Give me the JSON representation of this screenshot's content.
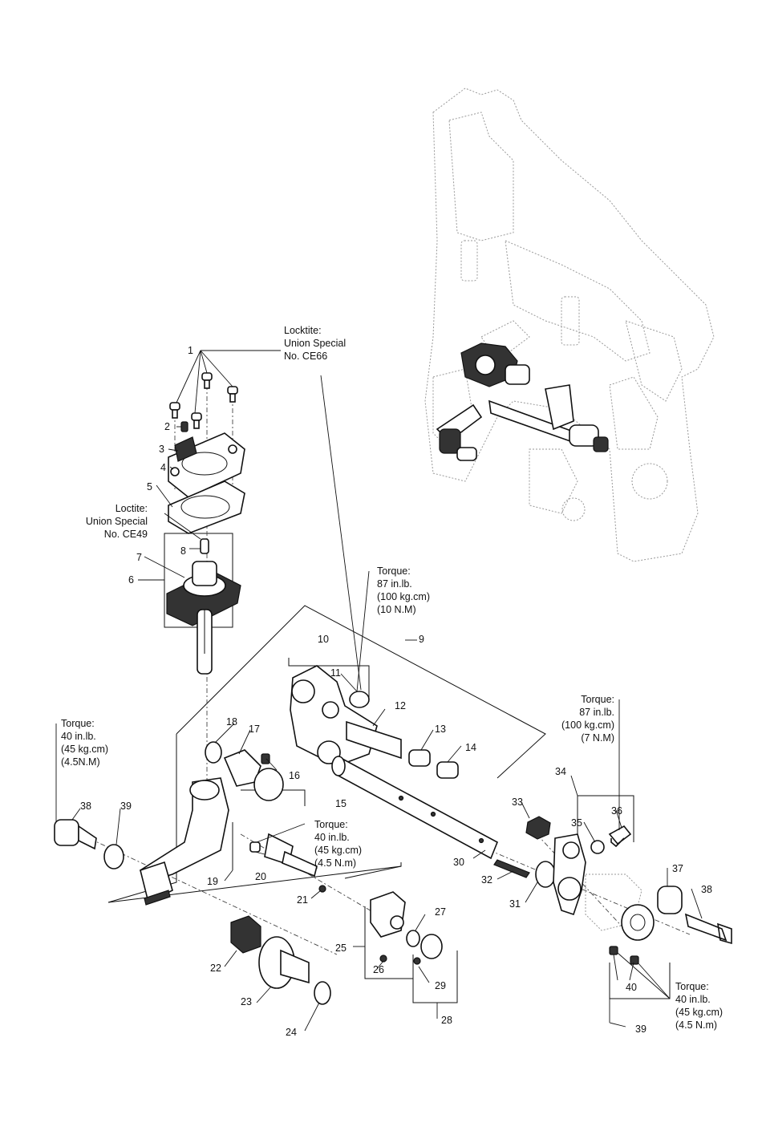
{
  "notes": {
    "locktite_top": [
      "Locktite:",
      "Union Special",
      "No. CE66"
    ],
    "loctite_left": [
      "Loctite:",
      "Union Special",
      "No. CE49"
    ],
    "torque_87_a": [
      "Torque:",
      "87 in.lb.",
      "(100 kg.cm)",
      "(10 N.M)"
    ],
    "torque_87_b": [
      "Torque:",
      "87 in.lb.",
      "(100 kg.cm)",
      "(7 N.M)"
    ],
    "torque_40_left": [
      "Torque:",
      "40 in.lb.",
      "(45 kg.cm)",
      "(4.5N.M)"
    ],
    "torque_40_mid": [
      "Torque:",
      "40 in.lb.",
      "(45 kg.cm)",
      "(4.5 N.m)"
    ],
    "torque_40_right": [
      "Torque:",
      "40 in.lb.",
      "(45 kg.cm)",
      "(4.5 N.m)"
    ]
  },
  "part_labels": {
    "p1": "1",
    "p2": "2",
    "p3": "3",
    "p4": "4",
    "p5": "5",
    "p6": "6",
    "p7": "7",
    "p8": "8",
    "p9": "9",
    "p10": "10",
    "p11": "11",
    "p12": "12",
    "p13": "13",
    "p14": "14",
    "p15": "15",
    "p16": "16",
    "p17": "17",
    "p18": "18",
    "p19": "19",
    "p20": "20",
    "p21": "21",
    "p22": "22",
    "p23": "23",
    "p24": "24",
    "p25": "25",
    "p26": "26",
    "p27": "27",
    "p28": "28",
    "p29": "29",
    "p30": "30",
    "p31": "31",
    "p32": "32",
    "p33": "33",
    "p34": "34",
    "p35": "35",
    "p36": "36",
    "p37": "37",
    "p38a": "38",
    "p38b": "38",
    "p39a": "39",
    "p39b": "39",
    "p40": "40"
  },
  "colors": {
    "ink": "#111111",
    "ghost": "#999999",
    "background": "#ffffff"
  }
}
